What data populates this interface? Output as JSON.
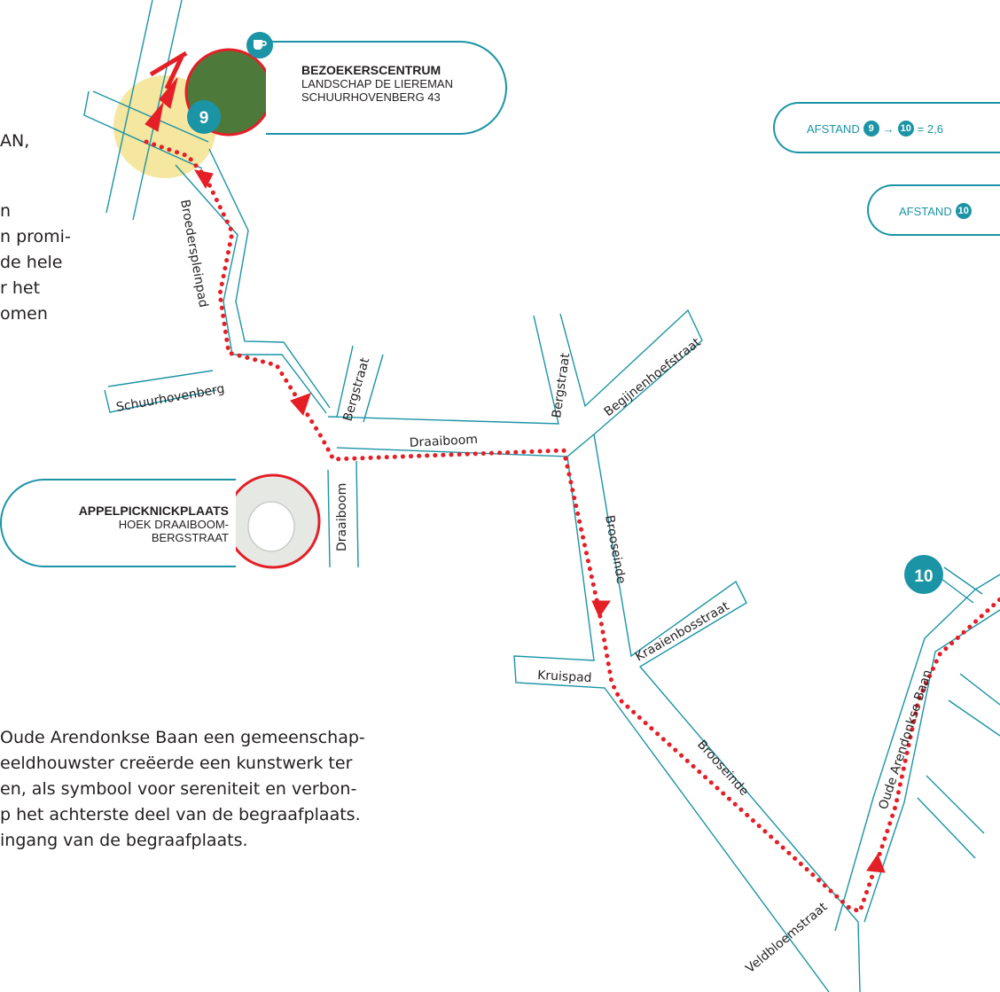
{
  "intro_text": {
    "lines": [
      "AN,",
      "n",
      "n promi-",
      "de hele",
      "r het",
      "omen"
    ]
  },
  "bottom_text": {
    "lines": [
      "Oude Arendonkse Baan een gemeenschap-",
      "eeldhouwster creëerde een kunstwerk ter",
      "en, als symbool voor sereniteit en verbon-",
      "p het achterste deel van de begraafplaats.",
      "ingang van de begraafplaats."
    ]
  },
  "stops": {
    "stop9": {
      "number": "9",
      "title": "BEZOEKERSCENTRUM",
      "line1": "LANDSCHAP DE LIEREMAN",
      "line2": "SCHUURHOVENBERG 43",
      "icon": "cafe-cup-icon"
    },
    "picnic": {
      "title": "APPELPICKNICKPLAATS",
      "line1": "HOEK DRAAIBOOM-",
      "line2": "BERGSTRAAT"
    },
    "stop10": {
      "number": "10"
    }
  },
  "distances": {
    "d1": {
      "prefix": "AFSTAND",
      "from": "9",
      "arrow": "→",
      "to": "10",
      "value": "= 2,6"
    },
    "d2": {
      "prefix": "AFSTAND",
      "to": "10"
    }
  },
  "streets": {
    "broederspleinpad": "Broederspleinpad",
    "schuurhovenberg": "Schuurhovenberg",
    "bergstraat_left": "Bergstraat",
    "draaiboom_horizontal": "Draaiboom",
    "draaiboom_vertical": "Draaiboom",
    "bergstraat_right": "Bergstraat",
    "begijnenhoefstraat": "Begijnenhoefstraat",
    "brooseinde_upper": "Brooseinde",
    "kraaienbosstraat": "Kraaienbosstraat",
    "kruispad": "Kruispad",
    "brooseinde_lower": "Brooseinde",
    "oude_arendonkse_baan": "Oude Arendonkse Baan",
    "veldbloemstraat": "Veldbloemstraat"
  },
  "colors": {
    "road_outline": "#1b94a6",
    "route": "#e41f26",
    "accent": "#1b94a6",
    "highlight": "#f5e6a0"
  }
}
